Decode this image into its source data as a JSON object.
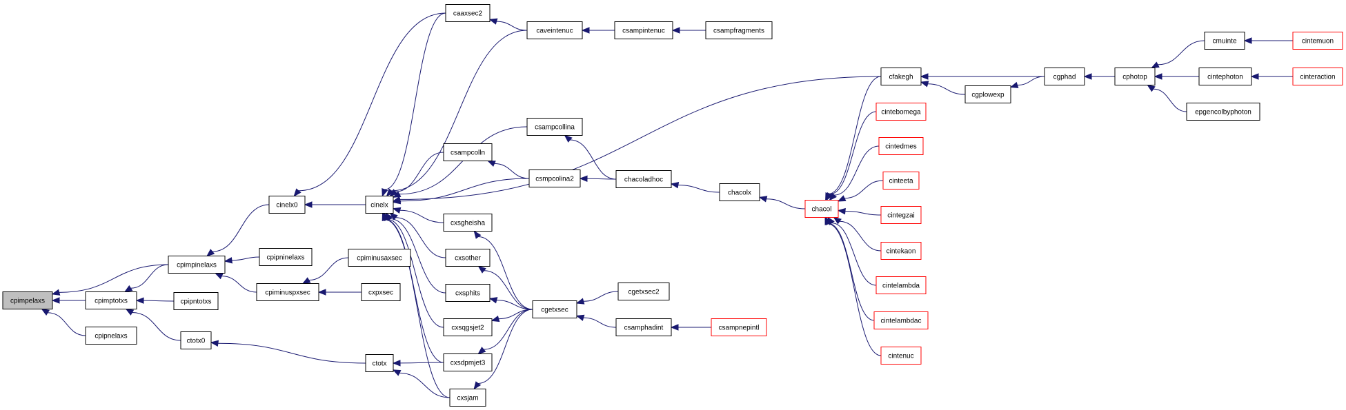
{
  "graph": {
    "nodes": [
      {
        "id": "cpimpelaxs",
        "label": "cpimpelaxs",
        "style": "highlight"
      },
      {
        "id": "cpimpinelaxs",
        "label": "cpimpinelaxs",
        "style": "normal"
      },
      {
        "id": "cpimptotxs",
        "label": "cpimptotxs",
        "style": "normal"
      },
      {
        "id": "cpipnelaxs",
        "label": "cpipnelaxs",
        "style": "normal"
      },
      {
        "id": "cinelx0",
        "label": "cinelx0",
        "style": "normal"
      },
      {
        "id": "cpipninelaxs",
        "label": "cpipninelaxs",
        "style": "normal"
      },
      {
        "id": "cpiminuspxsec",
        "label": "cpiminuspxsec",
        "style": "normal"
      },
      {
        "id": "cpipntotxs",
        "label": "cpipntotxs",
        "style": "normal"
      },
      {
        "id": "ctotx0",
        "label": "ctotx0",
        "style": "normal"
      },
      {
        "id": "cinelx",
        "label": "cinelx",
        "style": "normal"
      },
      {
        "id": "cpiminusaxsec",
        "label": "cpiminusaxsec",
        "style": "normal"
      },
      {
        "id": "cxpxsec",
        "label": "cxpxsec",
        "style": "normal"
      },
      {
        "id": "ctotx",
        "label": "ctotx",
        "style": "normal"
      },
      {
        "id": "caaxsec2",
        "label": "caaxsec2",
        "style": "normal"
      },
      {
        "id": "csampcolln",
        "label": "csampcolln",
        "style": "normal"
      },
      {
        "id": "cxsgheisha",
        "label": "cxsgheisha",
        "style": "normal"
      },
      {
        "id": "cxsother",
        "label": "cxsother",
        "style": "normal"
      },
      {
        "id": "cxsphits",
        "label": "cxsphits",
        "style": "normal"
      },
      {
        "id": "cxsqgsjet2",
        "label": "cxsqgsjet2",
        "style": "normal"
      },
      {
        "id": "cxsdpmjet3",
        "label": "cxsdpmjet3",
        "style": "normal"
      },
      {
        "id": "cxsjam",
        "label": "cxsjam",
        "style": "normal"
      },
      {
        "id": "caveintenuc",
        "label": "caveintenuc",
        "style": "normal"
      },
      {
        "id": "csampcollina",
        "label": "csampcollina",
        "style": "normal"
      },
      {
        "id": "csmpcolina2",
        "label": "csmpcolina2",
        "style": "normal"
      },
      {
        "id": "cgetxsec",
        "label": "cgetxsec",
        "style": "normal"
      },
      {
        "id": "csampintenuc",
        "label": "csampintenuc",
        "style": "normal"
      },
      {
        "id": "chacoladhoc",
        "label": "chacoladhoc",
        "style": "normal"
      },
      {
        "id": "cgetxsec2",
        "label": "cgetxsec2",
        "style": "normal"
      },
      {
        "id": "csamphadint",
        "label": "csamphadint",
        "style": "normal"
      },
      {
        "id": "csampfragments",
        "label": "csampfragments",
        "style": "normal"
      },
      {
        "id": "chacolx",
        "label": "chacolx",
        "style": "normal"
      },
      {
        "id": "csampnepintl",
        "label": "csampnepintl",
        "style": "trunc"
      },
      {
        "id": "chacol",
        "label": "chacol",
        "style": "trunc"
      },
      {
        "id": "cfakegh",
        "label": "cfakegh",
        "style": "normal"
      },
      {
        "id": "cintebomega",
        "label": "cintebomega",
        "style": "trunc"
      },
      {
        "id": "cintedmes",
        "label": "cintedmes",
        "style": "trunc"
      },
      {
        "id": "cinteeta",
        "label": "cinteeta",
        "style": "trunc"
      },
      {
        "id": "cintegzai",
        "label": "cintegzai",
        "style": "trunc"
      },
      {
        "id": "cintekaon",
        "label": "cintekaon",
        "style": "trunc"
      },
      {
        "id": "cintelambda",
        "label": "cintelambda",
        "style": "trunc"
      },
      {
        "id": "cintelambdac",
        "label": "cintelambdac",
        "style": "trunc"
      },
      {
        "id": "cintenuc",
        "label": "cintenuc",
        "style": "trunc"
      },
      {
        "id": "cgplowexp",
        "label": "cgplowexp",
        "style": "normal"
      },
      {
        "id": "cgphad",
        "label": "cgphad",
        "style": "normal"
      },
      {
        "id": "cphotop",
        "label": "cphotop",
        "style": "normal"
      },
      {
        "id": "cmuinte",
        "label": "cmuinte",
        "style": "normal"
      },
      {
        "id": "cintephoton",
        "label": "cintephoton",
        "style": "normal"
      },
      {
        "id": "epgencolbyphoton",
        "label": "epgencolbyphoton",
        "style": "normal"
      },
      {
        "id": "cintemuon",
        "label": "cintemuon",
        "style": "trunc"
      },
      {
        "id": "cinteraction",
        "label": "cinteraction",
        "style": "trunc"
      }
    ],
    "edges": [
      {
        "from": "cpimpinelaxs",
        "to": "cpimpelaxs"
      },
      {
        "from": "cpimptotxs",
        "to": "cpimpelaxs"
      },
      {
        "from": "cpipnelaxs",
        "to": "cpimpelaxs"
      },
      {
        "from": "cpimpinelaxs",
        "to": "cpimptotxs"
      },
      {
        "from": "cpipntotxs",
        "to": "cpimptotxs"
      },
      {
        "from": "ctotx0",
        "to": "cpimptotxs"
      },
      {
        "from": "cinelx0",
        "to": "cpimpinelaxs"
      },
      {
        "from": "cpipninelaxs",
        "to": "cpimpinelaxs"
      },
      {
        "from": "cpiminuspxsec",
        "to": "cpimpinelaxs"
      },
      {
        "from": "cinelx",
        "to": "cinelx0"
      },
      {
        "from": "caaxsec2",
        "to": "cinelx0"
      },
      {
        "from": "cpiminusaxsec",
        "to": "cpiminuspxsec"
      },
      {
        "from": "cxpxsec",
        "to": "cpiminuspxsec"
      },
      {
        "from": "ctotx",
        "to": "ctotx0"
      },
      {
        "from": "caaxsec2",
        "to": "cinelx"
      },
      {
        "from": "caveintenuc",
        "to": "cinelx"
      },
      {
        "from": "cfakegh",
        "to": "cinelx"
      },
      {
        "from": "csampcollina",
        "to": "cinelx"
      },
      {
        "from": "csampcolln",
        "to": "cinelx"
      },
      {
        "from": "csmpcolina2",
        "to": "cinelx"
      },
      {
        "from": "cxsgheisha",
        "to": "cinelx"
      },
      {
        "from": "cxsother",
        "to": "cinelx"
      },
      {
        "from": "cxsphits",
        "to": "cinelx"
      },
      {
        "from": "cxsqgsjet2",
        "to": "cinelx"
      },
      {
        "from": "cxsdpmjet3",
        "to": "cinelx"
      },
      {
        "from": "cxsjam",
        "to": "cinelx"
      },
      {
        "from": "cxsdpmjet3",
        "to": "ctotx"
      },
      {
        "from": "cxsjam",
        "to": "ctotx"
      },
      {
        "from": "caveintenuc",
        "to": "caaxsec2"
      },
      {
        "from": "csmpcolina2",
        "to": "csampcolln"
      },
      {
        "from": "cgetxsec",
        "to": "cxsgheisha"
      },
      {
        "from": "cgetxsec",
        "to": "cxsother"
      },
      {
        "from": "cgetxsec",
        "to": "cxsphits"
      },
      {
        "from": "cgetxsec",
        "to": "cxsqgsjet2"
      },
      {
        "from": "cgetxsec",
        "to": "cxsdpmjet3"
      },
      {
        "from": "cgetxsec",
        "to": "cxsjam"
      },
      {
        "from": "csampintenuc",
        "to": "caveintenuc"
      },
      {
        "from": "chacoladhoc",
        "to": "csampcollina"
      },
      {
        "from": "chacoladhoc",
        "to": "csmpcolina2"
      },
      {
        "from": "cgetxsec2",
        "to": "cgetxsec"
      },
      {
        "from": "csamphadint",
        "to": "cgetxsec"
      },
      {
        "from": "csampfragments",
        "to": "csampintenuc"
      },
      {
        "from": "chacolx",
        "to": "chacoladhoc"
      },
      {
        "from": "csampnepintl",
        "to": "csamphadint"
      },
      {
        "from": "chacol",
        "to": "chacolx"
      },
      {
        "from": "cfakegh",
        "to": "chacol"
      },
      {
        "from": "cintebomega",
        "to": "chacol"
      },
      {
        "from": "cintedmes",
        "to": "chacol"
      },
      {
        "from": "cinteeta",
        "to": "chacol"
      },
      {
        "from": "cintegzai",
        "to": "chacol"
      },
      {
        "from": "cintekaon",
        "to": "chacol"
      },
      {
        "from": "cintelambda",
        "to": "chacol"
      },
      {
        "from": "cintelambdac",
        "to": "chacol"
      },
      {
        "from": "cintenuc",
        "to": "chacol"
      },
      {
        "from": "cgphad",
        "to": "cfakegh"
      },
      {
        "from": "cgplowexp",
        "to": "cfakegh"
      },
      {
        "from": "cgphad",
        "to": "cgplowexp"
      },
      {
        "from": "cphotop",
        "to": "cgphad"
      },
      {
        "from": "cmuinte",
        "to": "cphotop"
      },
      {
        "from": "cintephoton",
        "to": "cphotop"
      },
      {
        "from": "epgencolbyphoton",
        "to": "cphotop"
      },
      {
        "from": "cintemuon",
        "to": "cmuinte"
      },
      {
        "from": "cinteraction",
        "to": "cintephoton"
      }
    ],
    "colors": {
      "edge": "#191970",
      "node_border": "#000000",
      "truncated_border": "#ff0000",
      "highlight_fill": "#bfbfbf"
    }
  }
}
